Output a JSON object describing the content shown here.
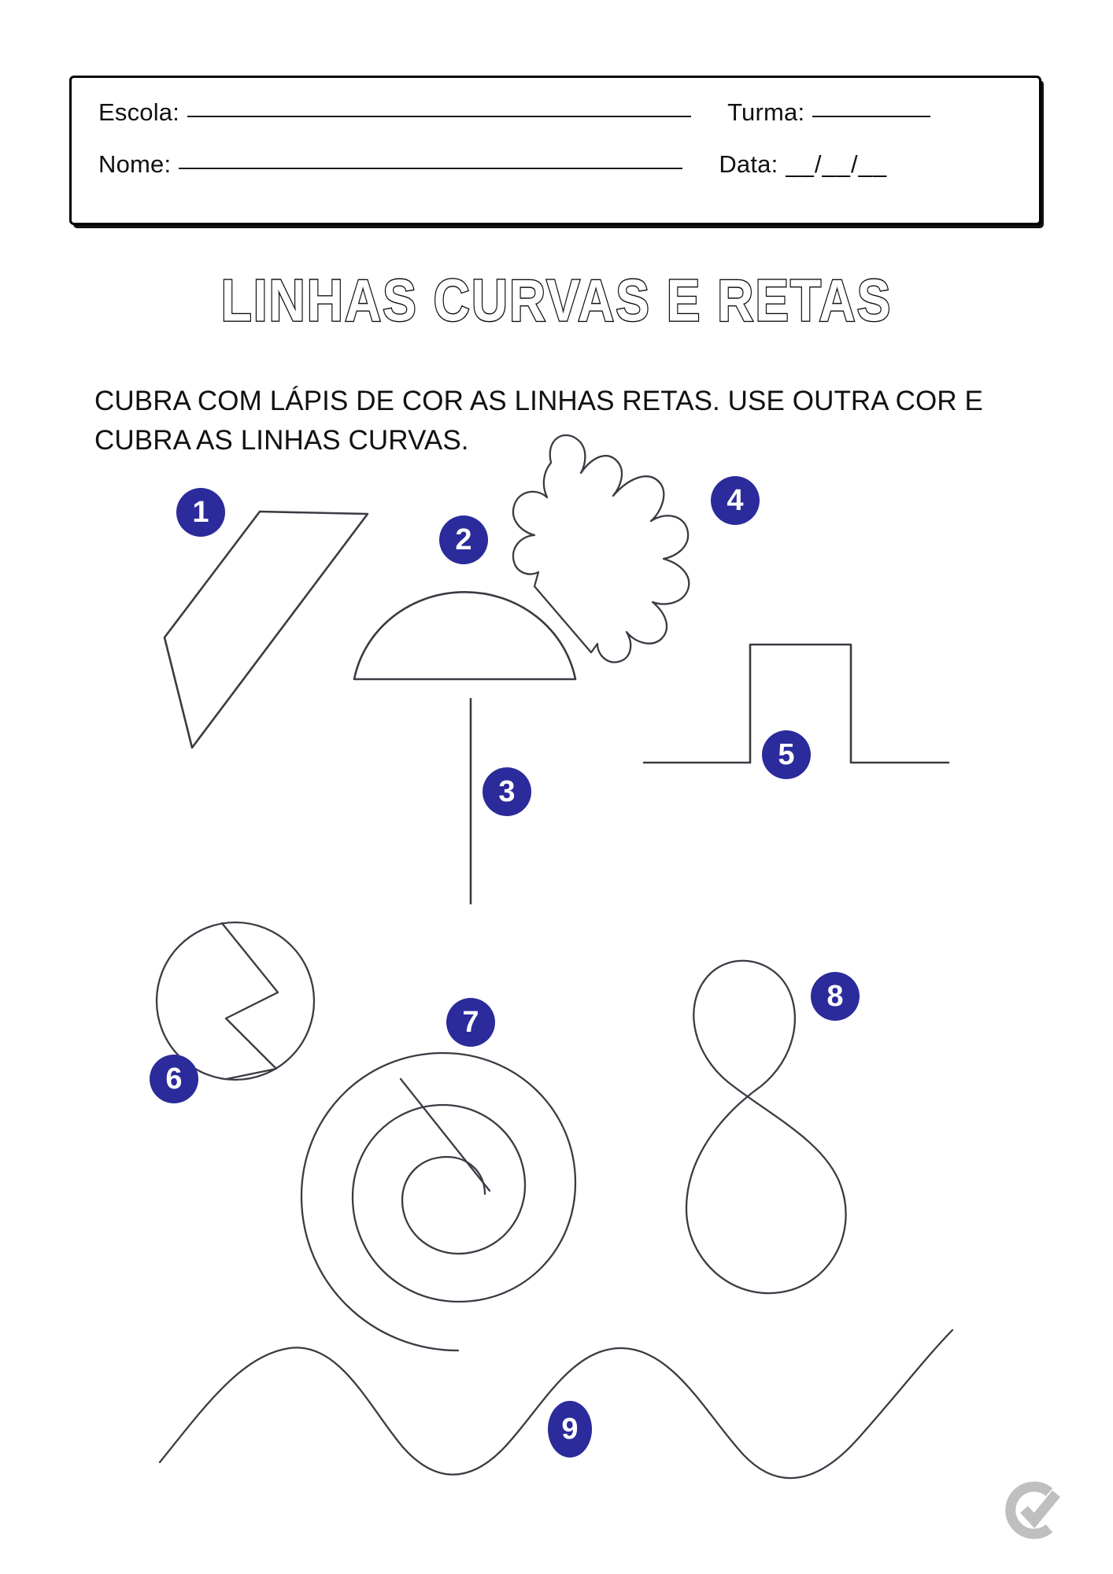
{
  "header": {
    "fields": [
      {
        "label": "Escola:",
        "rule": "long"
      },
      {
        "label": "Turma:",
        "rule": "short"
      },
      {
        "label": "Nome:",
        "rule": "long"
      },
      {
        "label": "Data:",
        "rule": "date"
      }
    ],
    "escola_label": "Escola:",
    "turma_label": "Turma:",
    "nome_label": "Nome:",
    "data_label": "Data:",
    "data_slots": "__/__/__"
  },
  "title": "LINHAS CURVAS E RETAS",
  "instruction": "CUBRA COM LÁPIS DE COR AS LINHAS RETAS. USE OUTRA COR E CUBRA AS LINHAS CURVAS.",
  "badges": [
    {
      "number": "1",
      "shape": "quadrilateral-straight"
    },
    {
      "number": "2",
      "shape": "semicircle-dome"
    },
    {
      "number": "3",
      "shape": "vertical-straight-line"
    },
    {
      "number": "4",
      "shape": "lobed-blob-leaf"
    },
    {
      "number": "5",
      "shape": "square-pulse-step"
    },
    {
      "number": "6",
      "shape": "circle-with-zigzag"
    },
    {
      "number": "7",
      "shape": "spiral-with-diagonal"
    },
    {
      "number": "8",
      "shape": "figure-eight-loop"
    },
    {
      "number": "9",
      "shape": "wavy-sine-line"
    }
  ],
  "colors": {
    "badge_fill": "#2b2b9b",
    "badge_text": "#ffffff",
    "stroke": "#3b3b44",
    "border": "#000000",
    "logo": "#bfbfbf",
    "background": "#ffffff"
  },
  "logo": {
    "name": "check-circle-logo"
  }
}
